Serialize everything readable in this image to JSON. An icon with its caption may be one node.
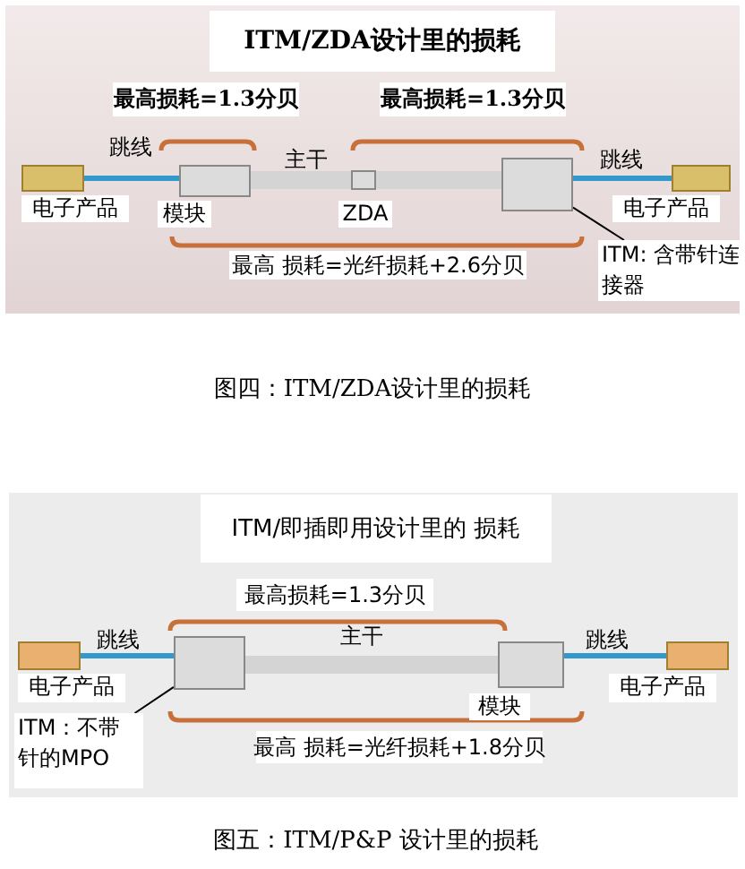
{
  "diagram": {
    "nodes": [
      {
        "text": [
          "电子产品"
        ]
      },
      {
        "text": [
          "模块"
        ]
      },
      {
        "text": [
          "ZDA"
        ]
      },
      {
        "text": [],
        "shape": "box"
      },
      {
        "text": [
          "ITM: 含带针连接器"
        ]
      },
      {
        "text": [
          "电子产品"
        ]
      },
      {
        "text": [
          "电子产品"
        ]
      },
      {
        "text": [],
        "shape": "box"
      },
      {
        "text": [
          "ITM：不带针的MPO"
        ]
      },
      {
        "text": [
          "模块"
        ]
      },
      {
        "text": [
          "电子产品"
        ]
      }
    ],
    "edges": [
      {
        "from": 0,
        "to": 1,
        "arrow": "none",
        "label": "跳线"
      },
      {
        "from": 1,
        "to": 2,
        "arrow": "none",
        "label": "主干",
        "style": "thick",
        "color": "#d4d4d4"
      },
      {
        "from": 2,
        "to": 3,
        "arrow": "none",
        "style": "thick",
        "color": "#d4d4d4"
      },
      {
        "from": 3,
        "to": 5,
        "arrow": "none",
        "label": "跳线"
      },
      {
        "from": 4,
        "to": 3,
        "arrow": "none",
        "color": "#000000"
      },
      {
        "from": 6,
        "to": 7,
        "arrow": "none",
        "label": "跳线"
      },
      {
        "from": 7,
        "to": 9,
        "arrow": "none",
        "label": "主干",
        "style": "thick",
        "color": "#d4d4d4"
      },
      {
        "from": 9,
        "to": 10,
        "arrow": "none",
        "label": "跳线"
      },
      {
        "from": 8,
        "to": 7,
        "arrow": "none",
        "color": "#000000"
      }
    ],
    "labels": [
      "ITM/ZDA设计里的损耗",
      "最高损耗=1.3分贝",
      "最高损耗=1.3分贝",
      "最高 损耗=光纤损耗+2.6分贝",
      "图四：ITM/ZDA设计里的损耗",
      "ITM/即插即用设计里的 损耗",
      "最高损耗=1.3分贝",
      "最高 损耗=光纤损耗+1.8分贝",
      "图五：ITM/P&P 设计里的损耗"
    ]
  }
}
